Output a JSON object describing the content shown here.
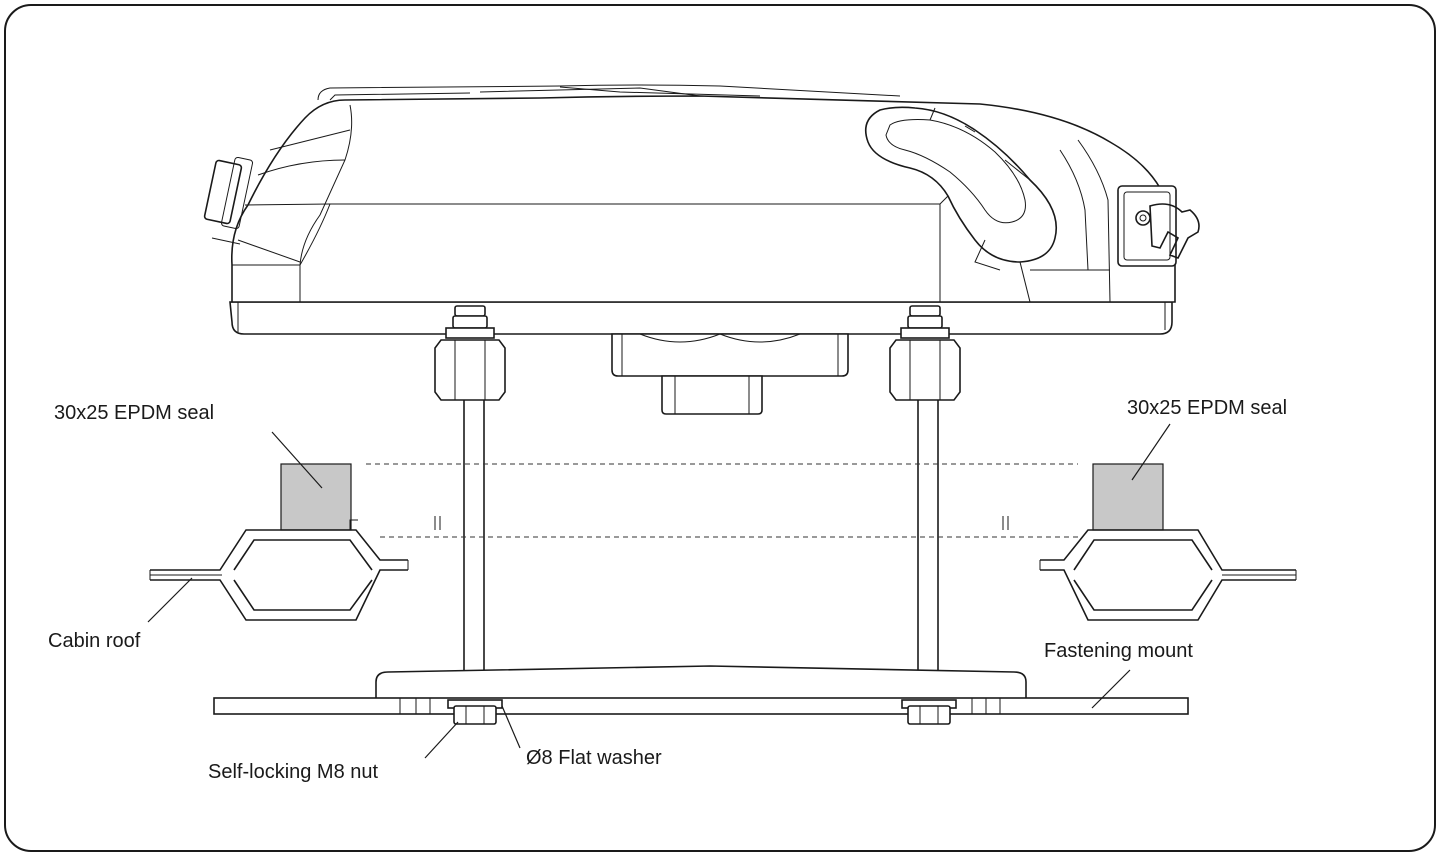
{
  "labels": {
    "seal_left": "30x25 EPDM seal",
    "seal_right": "30x25 EPDM seal",
    "cabin_roof": "Cabin roof",
    "fastening_mount": "Fastening mount",
    "nut": "Self-locking M8 nut",
    "washer": "Ø8 Flat washer"
  },
  "colors": {
    "line": "#1a1a1a",
    "seal_fill": "#c8c8c8",
    "background": "#ffffff"
  }
}
